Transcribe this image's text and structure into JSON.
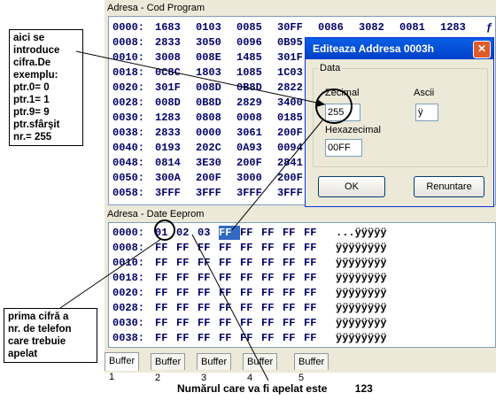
{
  "program_panel": {
    "label": "Adresa - Cod Program",
    "rows": [
      {
        "addr": "0000:",
        "words": [
          "1683",
          "0103",
          "0085",
          "30FF",
          "0086",
          "3082",
          "0081",
          "1283"
        ],
        "tail": "ƒ..‰ÿ"
      },
      {
        "addr": "0008:",
        "words": [
          "2833",
          "3050",
          "0096",
          "0B95"
        ]
      },
      {
        "addr": "0010:",
        "words": [
          "3008",
          "008E",
          "1485",
          "301F"
        ]
      },
      {
        "addr": "0018:",
        "words": [
          "0C8C",
          "1803",
          "1085",
          "1C03"
        ]
      },
      {
        "addr": "0020:",
        "words": [
          "301F",
          "008D",
          "0B8D",
          "2822"
        ]
      },
      {
        "addr": "0028:",
        "words": [
          "008D",
          "0B8D",
          "2829",
          "3400"
        ]
      },
      {
        "addr": "0030:",
        "words": [
          "1283",
          "0808",
          "0008",
          "0185"
        ]
      },
      {
        "addr": "0038:",
        "words": [
          "2833",
          "0000",
          "3061",
          "200F"
        ]
      },
      {
        "addr": "0040:",
        "words": [
          "0193",
          "202C",
          "0A93",
          "0094"
        ]
      },
      {
        "addr": "0048:",
        "words": [
          "0814",
          "3E30",
          "200F",
          "2841"
        ]
      },
      {
        "addr": "0050:",
        "words": [
          "300A",
          "200F",
          "3000",
          "200F"
        ]
      },
      {
        "addr": "0058:",
        "words": [
          "3FFF",
          "3FFF",
          "3FFF",
          "3FFF"
        ]
      }
    ]
  },
  "eeprom_panel": {
    "label": "Adresa - Date Eeprom",
    "rows": [
      {
        "addr": "0000:",
        "bytes": [
          "01",
          "02",
          "03",
          "FF",
          "FF",
          "FF",
          "FF",
          "FF"
        ],
        "ascii": "...ÿÿÿÿÿ"
      },
      {
        "addr": "0008:",
        "bytes": [
          "FF",
          "FF",
          "FF",
          "FF",
          "FF",
          "FF",
          "FF",
          "FF"
        ],
        "ascii": "ÿÿÿÿÿÿÿÿ"
      },
      {
        "addr": "0010:",
        "bytes": [
          "FF",
          "FF",
          "FF",
          "FF",
          "FF",
          "FF",
          "FF",
          "FF"
        ],
        "ascii": "ÿÿÿÿÿÿÿÿ"
      },
      {
        "addr": "0018:",
        "bytes": [
          "FF",
          "FF",
          "FF",
          "FF",
          "FF",
          "FF",
          "FF",
          "FF"
        ],
        "ascii": "ÿÿÿÿÿÿÿÿ"
      },
      {
        "addr": "0020:",
        "bytes": [
          "FF",
          "FF",
          "FF",
          "FF",
          "FF",
          "FF",
          "FF",
          "FF"
        ],
        "ascii": "ÿÿÿÿÿÿÿÿ"
      },
      {
        "addr": "0028:",
        "bytes": [
          "FF",
          "FF",
          "FF",
          "FF",
          "FF",
          "FF",
          "FF",
          "FF"
        ],
        "ascii": "ÿÿÿÿÿÿÿÿ"
      },
      {
        "addr": "0030:",
        "bytes": [
          "FF",
          "FF",
          "FF",
          "FF",
          "FF",
          "FF",
          "FF",
          "FF"
        ],
        "ascii": "ÿÿÿÿÿÿÿÿ"
      },
      {
        "addr": "0038:",
        "bytes": [
          "FF",
          "FF",
          "FF",
          "FF",
          "FF",
          "FF",
          "FF",
          "FF"
        ],
        "ascii": "ÿÿÿÿÿÿÿÿ"
      }
    ],
    "selected_cell": {
      "row": 0,
      "col": 3
    }
  },
  "tabs": [
    "Buffer 1",
    "Buffer 2",
    "Buffer 3",
    "Buffer 4",
    "Buffer 5"
  ],
  "active_tab": "Buffer 1",
  "dialog": {
    "title": "Editeaza Addresa 0003h",
    "close_glyph": "✕",
    "group_label": "Data",
    "decimal_label": "Zecimal",
    "decimal_value": "255",
    "ascii_label": "Ascii",
    "ascii_value": "ÿ",
    "hex_label": "Hexazecimal",
    "hex_value": "00FF",
    "ok_label": "OK",
    "cancel_label": "Renuntare"
  },
  "annotations": {
    "top_note": [
      "aici se",
      "introduce",
      "cifra.De",
      "exemplu:",
      "ptr.0=  0",
      "ptr.1=  1",
      "ptr.9=  9",
      "ptr.sfârşit",
      "nr.= 255"
    ],
    "bottom_note": [
      "prima cifră a",
      "nr. de telefon",
      "care trebuie",
      "apelat"
    ],
    "caption": "Numărul care va fi apelat este",
    "caption_number": "123"
  },
  "colors": {
    "window_bg": "#ece9d8",
    "title_blue": "#0a5fe5",
    "selection": "#316ac5",
    "hex_text": "#00006a"
  }
}
